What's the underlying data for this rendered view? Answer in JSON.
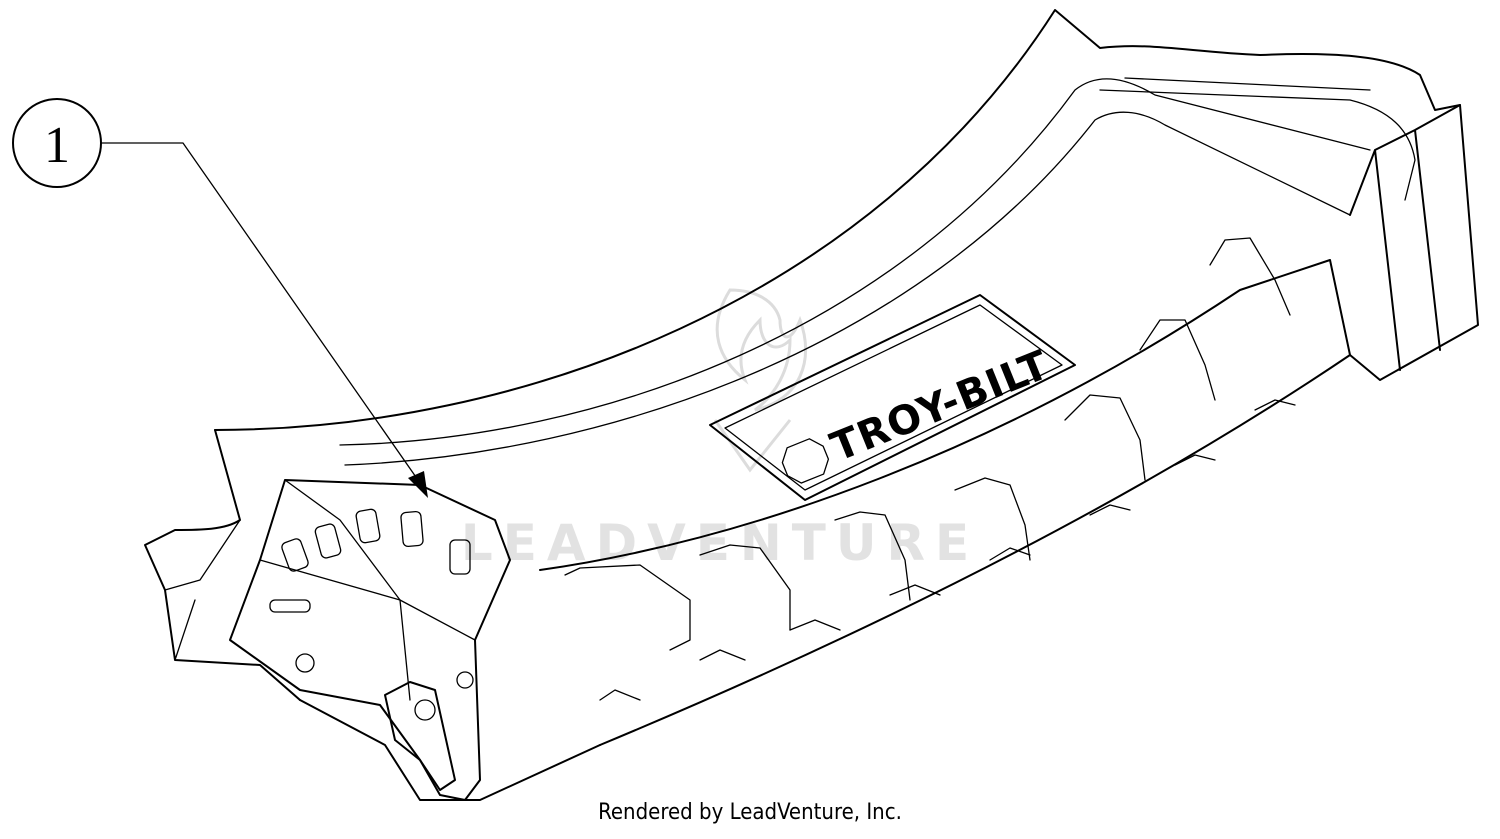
{
  "diagram": {
    "callout": {
      "number": "1"
    },
    "brand_label": {
      "text": "TROY-BILT"
    },
    "watermark": {
      "text": "LEADVENTURE"
    },
    "credit": "Rendered by LeadVenture, Inc."
  }
}
